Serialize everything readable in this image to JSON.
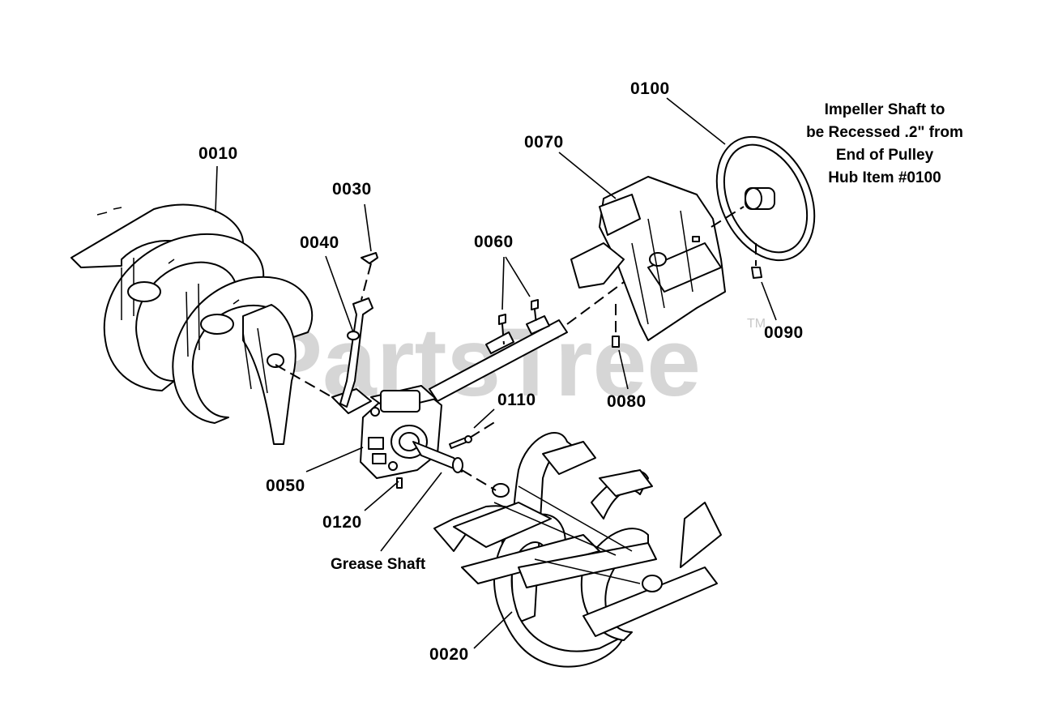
{
  "watermark": {
    "text": "PartsTree",
    "trademark": "TM"
  },
  "parts": [
    {
      "id": "0010"
    },
    {
      "id": "0020"
    },
    {
      "id": "0030"
    },
    {
      "id": "0040"
    },
    {
      "id": "0050"
    },
    {
      "id": "0060"
    },
    {
      "id": "0070"
    },
    {
      "id": "0080"
    },
    {
      "id": "0090"
    },
    {
      "id": "0100"
    },
    {
      "id": "0110"
    },
    {
      "id": "0120"
    }
  ],
  "annotations": {
    "grease_shaft": "Grease Shaft",
    "impeller_note": [
      "Impeller Shaft to",
      "be Recessed .2\" from",
      "End of Pulley",
      "Hub Item #0100"
    ]
  }
}
